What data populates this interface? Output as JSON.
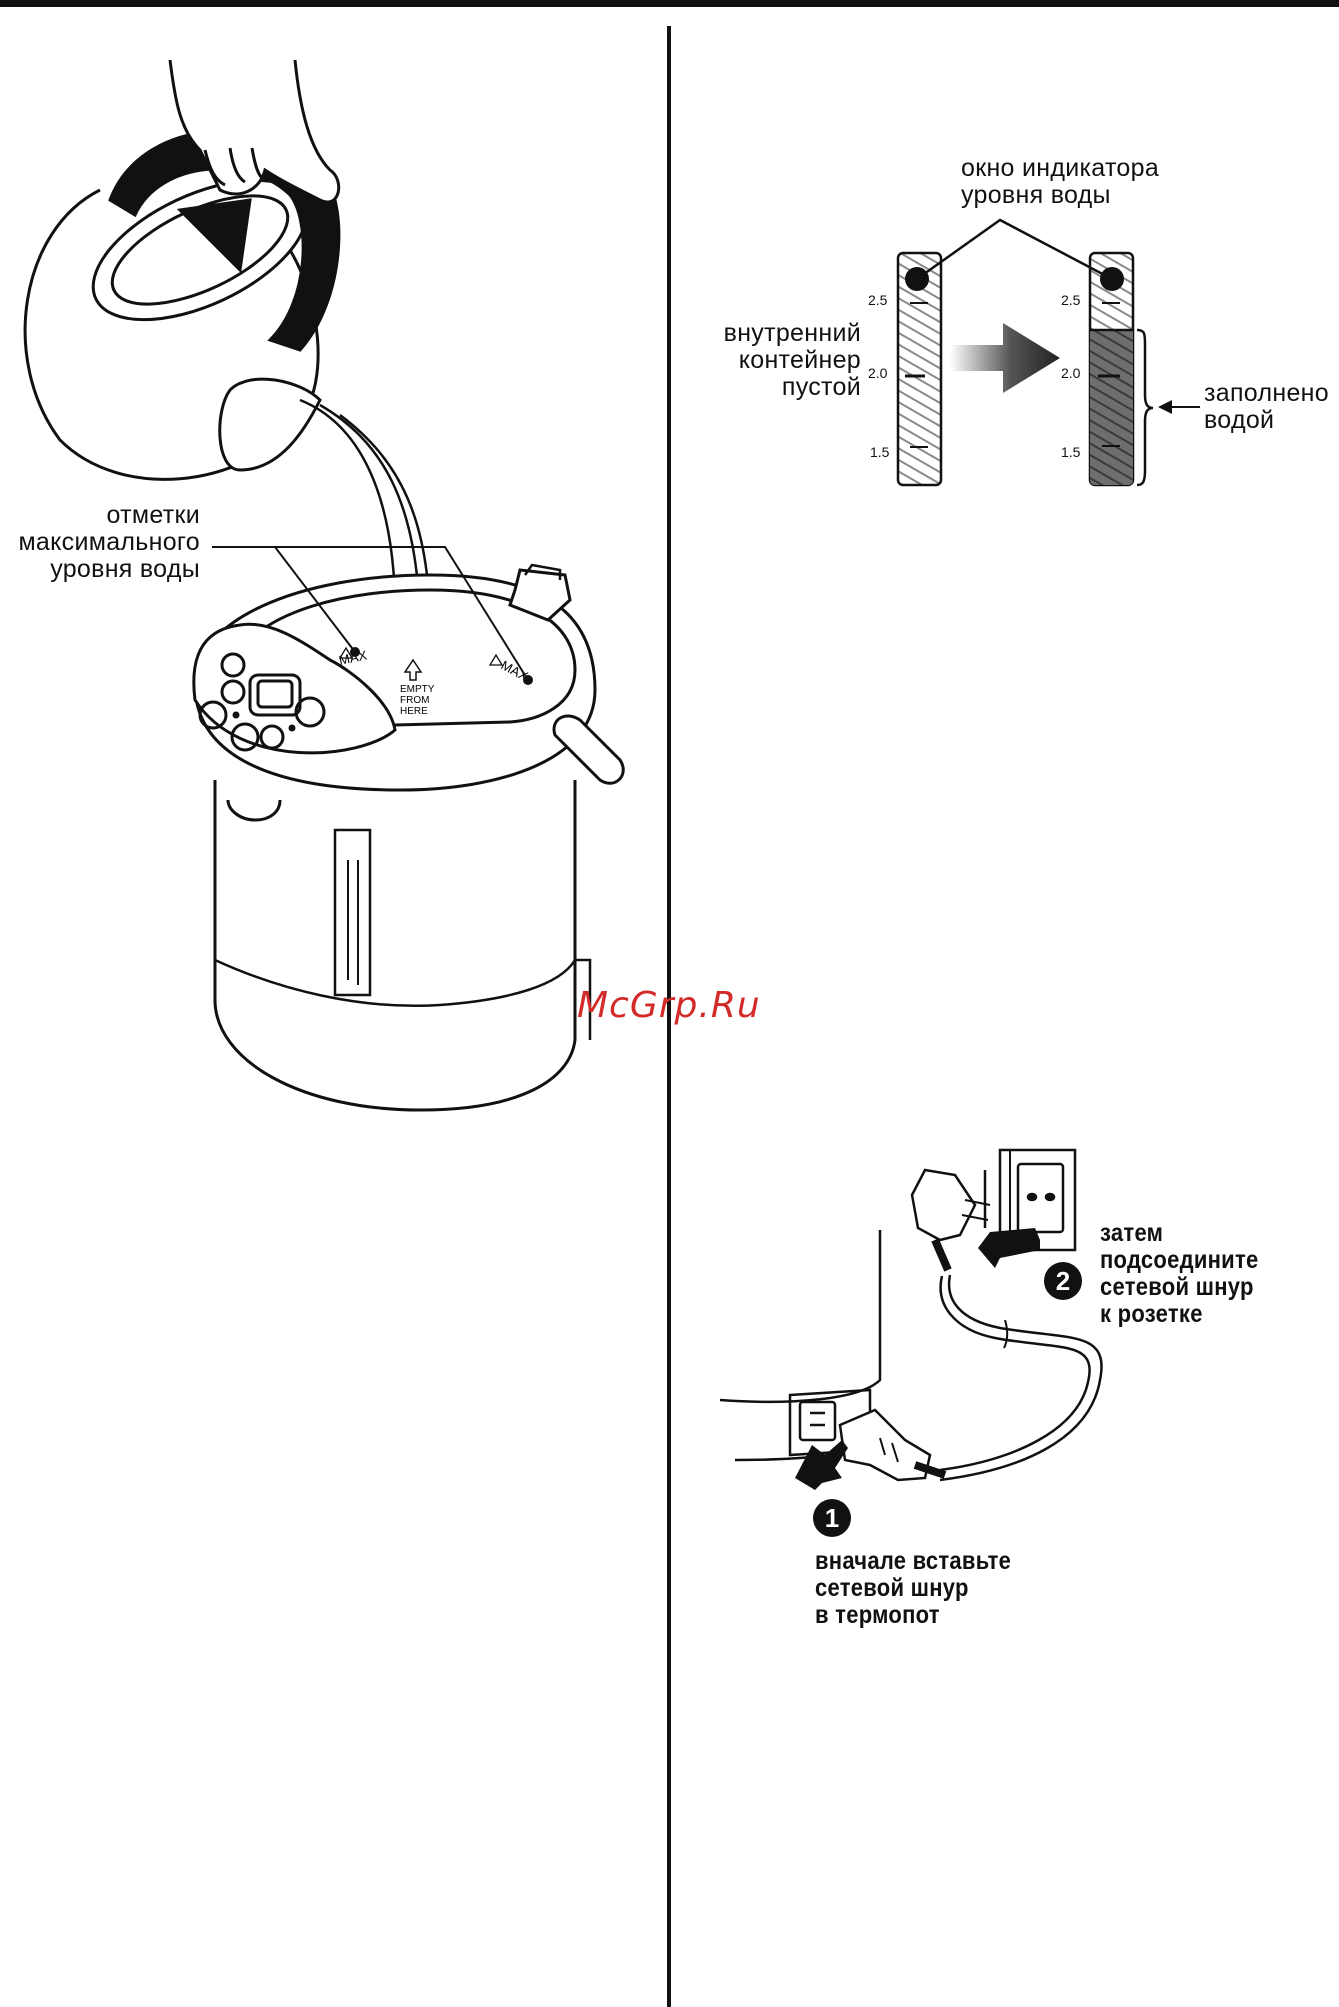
{
  "left": {
    "max_marks_label": [
      "отметки",
      "максимального",
      "уровня воды"
    ],
    "pot_text": {
      "max": "MAX",
      "empty_from_here": [
        "EMPTY",
        "FROM",
        "HERE"
      ]
    }
  },
  "right": {
    "indicator_window_label": [
      "окно индикатора",
      "уровня воды"
    ],
    "empty_label": [
      "внутренний",
      "контейнер",
      "пустой"
    ],
    "filled_label": [
      "заполнено",
      "водой"
    ],
    "scale_ticks": [
      "2.5",
      "2.0",
      "1.5"
    ],
    "step2_badge": "2",
    "step2_text": [
      "затем",
      "подсоедините",
      "сетевой шнур",
      "к розетке"
    ],
    "step1_badge": "1",
    "step1_text": [
      "вначале вставьте",
      "сетевой шнур",
      "в термопот"
    ]
  },
  "watermark": "McGrp.Ru",
  "colors": {
    "ink": "#111111",
    "watermark": "#d32a2a",
    "hatch": "#8a8a8a"
  }
}
